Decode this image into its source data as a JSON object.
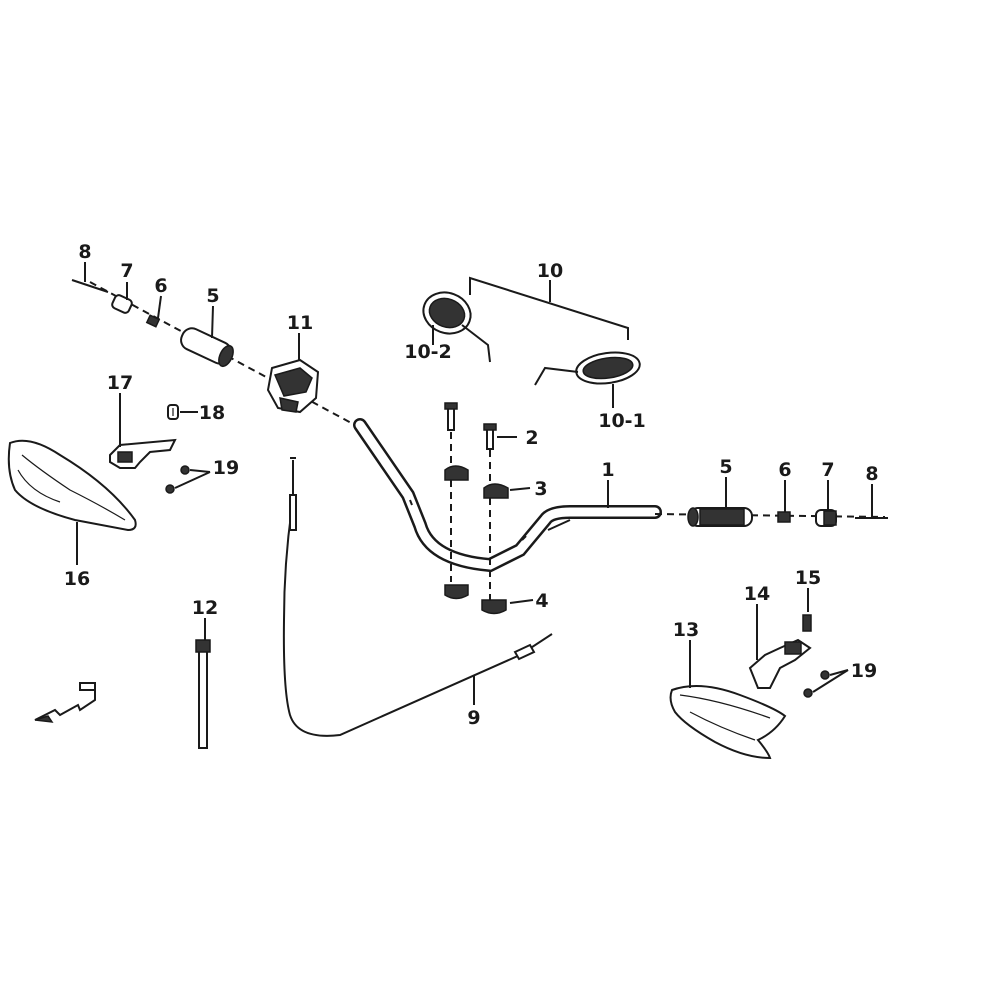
{
  "callouts": {
    "c1": "1",
    "c2": "2",
    "c3": "3",
    "c4": "4",
    "c5_left": "5",
    "c5_right": "5",
    "c6_left": "6",
    "c6_right": "6",
    "c7_left": "7",
    "c7_right": "7",
    "c8_left": "8",
    "c8_right": "8",
    "c9": "9",
    "c10": "10",
    "c10_1": "10-1",
    "c10_2": "10-2",
    "c11": "11",
    "c12": "12",
    "c13": "13",
    "c14": "14",
    "c15": "15",
    "c16": "16",
    "c17": "17",
    "c18": "18",
    "c19_left": "19",
    "c19_right": "19"
  },
  "colors": {
    "ink": "#1a1a1a",
    "background": "#ffffff"
  }
}
